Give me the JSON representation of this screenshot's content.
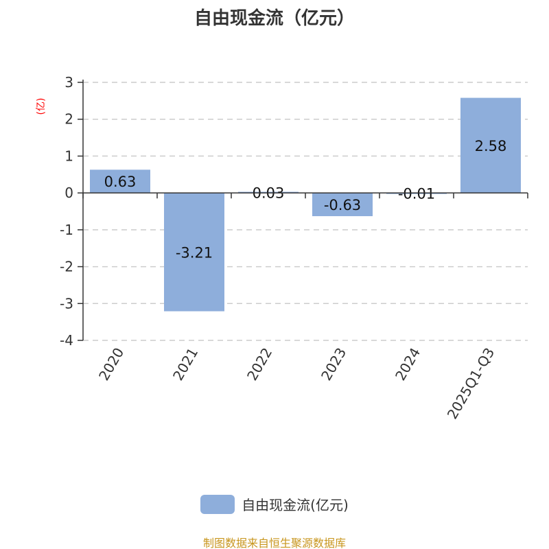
{
  "chart_data": {
    "type": "bar",
    "title": "自由现金流（亿元）",
    "ylabel": "(亿)",
    "xlabel": "",
    "categories": [
      "2020",
      "2021",
      "2022",
      "2023",
      "2024",
      "2025Q1-Q3"
    ],
    "values": [
      0.63,
      -3.21,
      0.03,
      -0.63,
      -0.01,
      2.58
    ],
    "value_labels": [
      "0.63",
      "-3.21",
      "0.03",
      "-0.63",
      "-0.01",
      "2.58"
    ],
    "ylim": [
      -4,
      3
    ],
    "yticks": [
      3,
      2,
      1,
      0,
      -1,
      -2,
      -3,
      -4
    ],
    "grid": true,
    "legend": {
      "position": "bottom",
      "entries": [
        "自由现金流(亿元)"
      ]
    },
    "colors": {
      "bar": "#8eaedb"
    }
  },
  "source": "制图数据来自恒生聚源数据库"
}
